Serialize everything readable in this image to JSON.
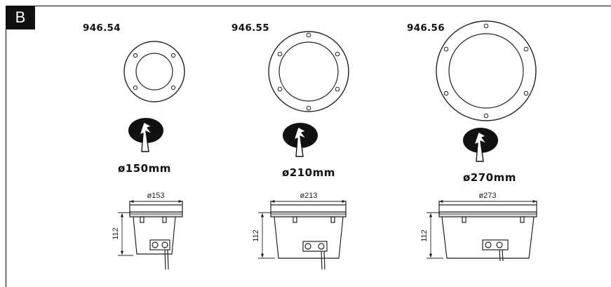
{
  "section_label": "B",
  "products": [
    {
      "model": "946.54",
      "hole_diameter": "ø150mm",
      "outer_diameter": "ø153",
      "height": "112"
    },
    {
      "model": "946.55",
      "hole_diameter": "ø210mm",
      "outer_diameter": "ø213",
      "height": "112"
    },
    {
      "model": "946.56",
      "hole_diameter": "ø270mm",
      "outer_diameter": "ø273",
      "height": "112"
    }
  ]
}
